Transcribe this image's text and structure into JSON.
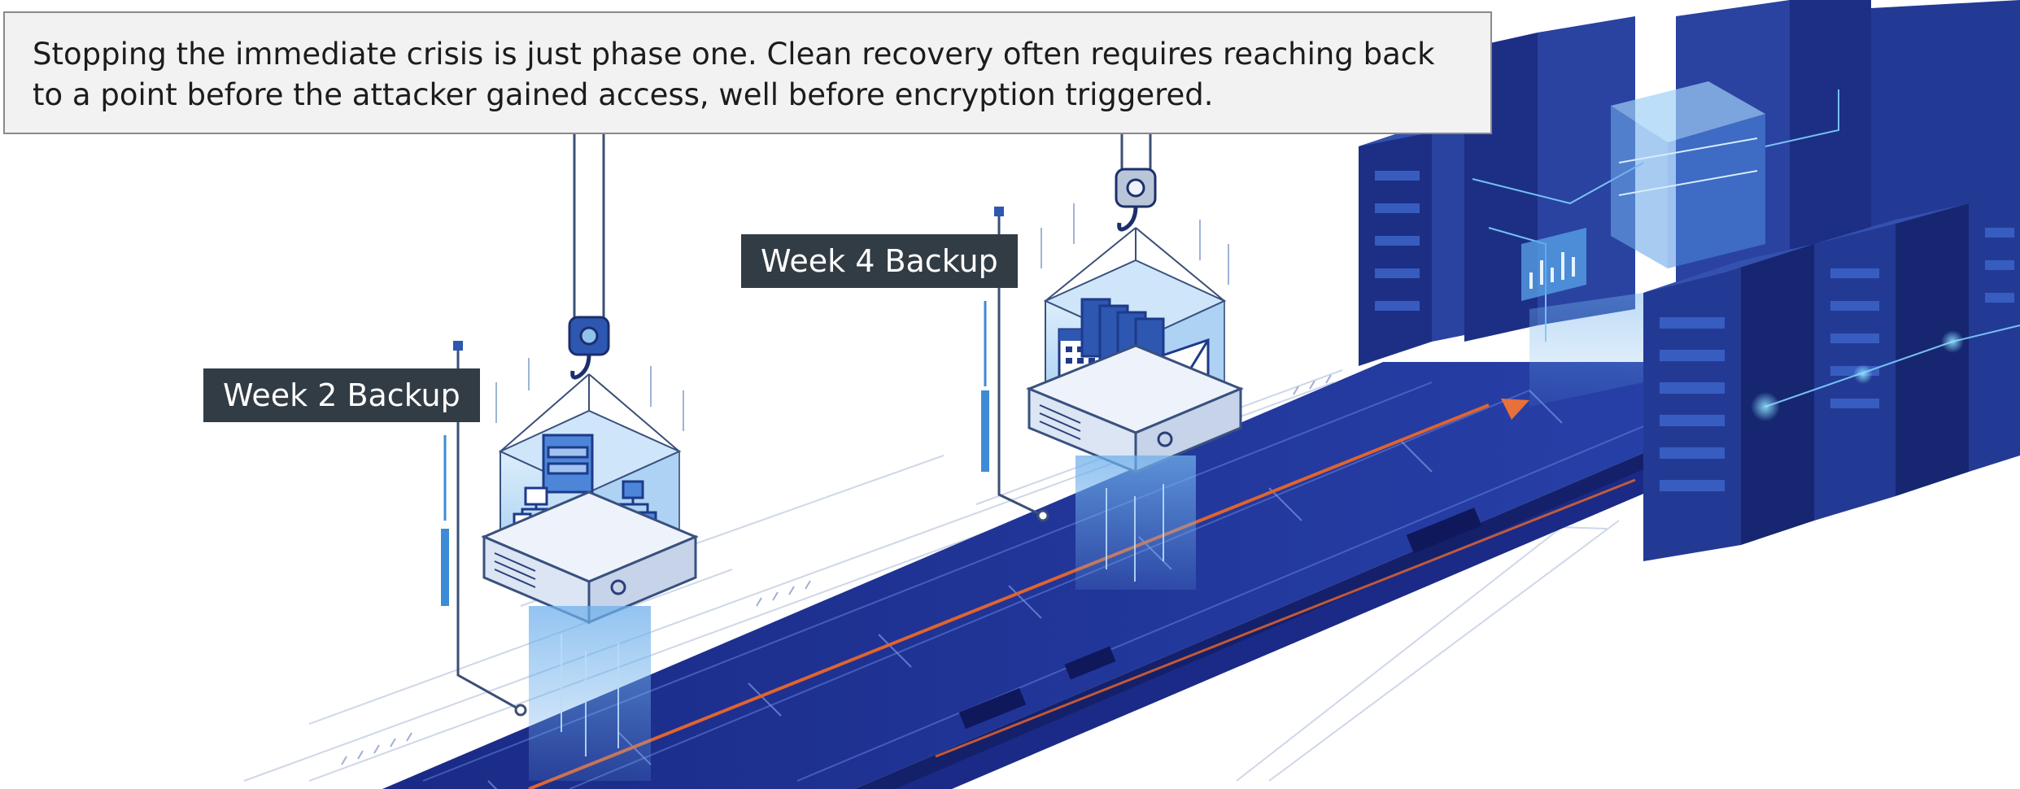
{
  "caption": {
    "line1": "Stopping the immediate crisis is just phase one. Clean recovery often requires reaching back",
    "line2": "to a point before the attacker gained access, well before encryption triggered."
  },
  "labels": {
    "week2": "Week 2 Backup",
    "week4": "Week 4 Backup"
  },
  "colors": {
    "conveyor": "#1f3190",
    "conveyor_dark": "#14206a",
    "progress_line": "#e0642f",
    "server_body": "#233a94",
    "server_side": "#162670",
    "accent_blue": "#3d8bd6",
    "glass": "#8fc2ee",
    "label_bg": "#323c44"
  },
  "icons": [
    "org-chart-icon",
    "calendar-icon",
    "folder-icon",
    "envelope-icon",
    "crane-hook-icon",
    "arrow-icon"
  ]
}
